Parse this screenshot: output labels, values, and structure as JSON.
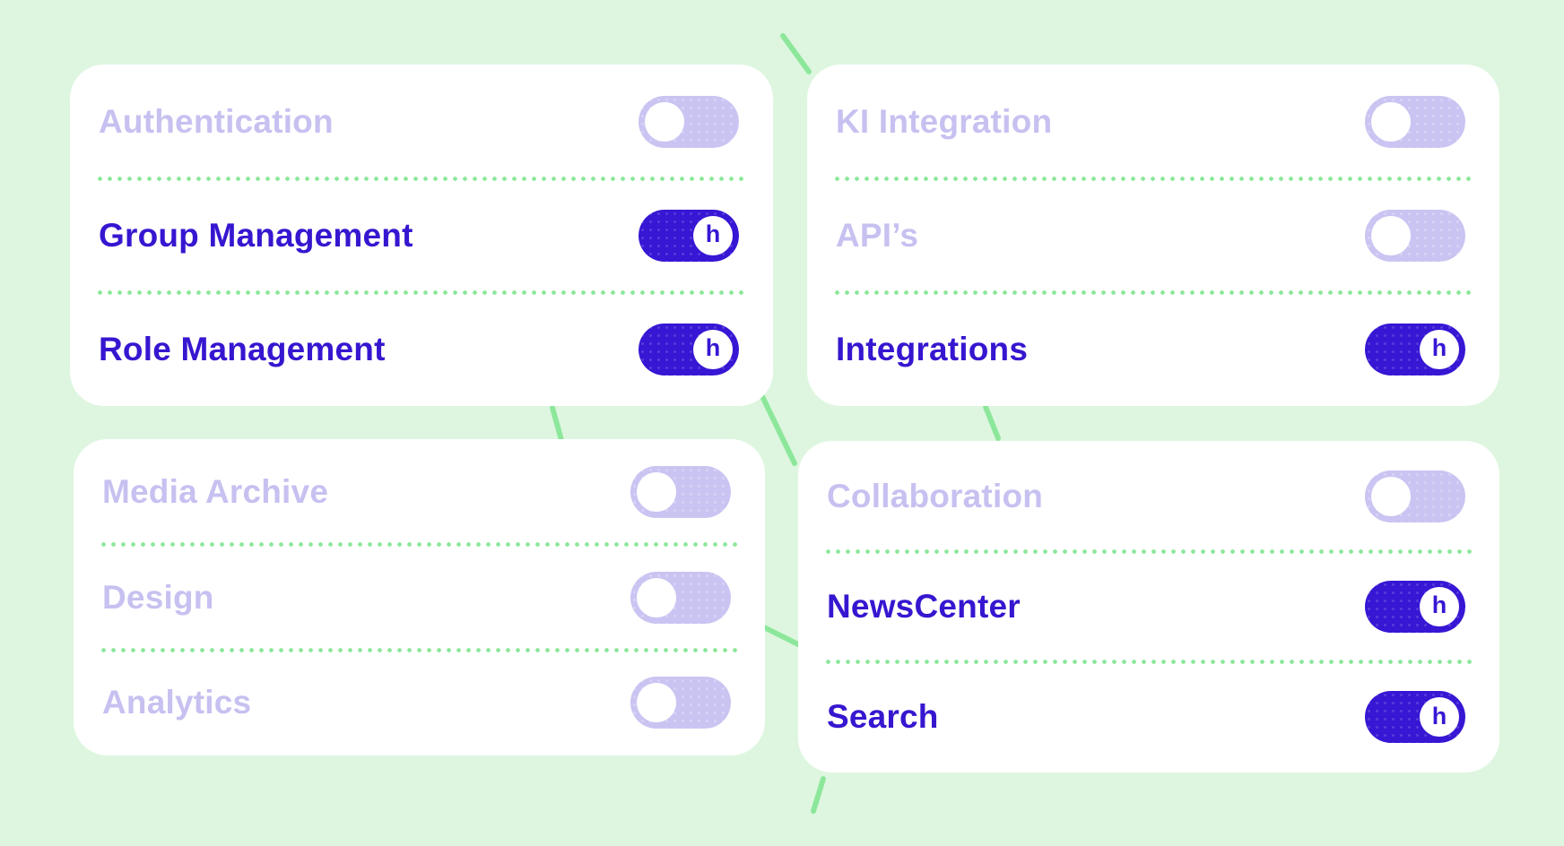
{
  "page": {
    "background_color": "#def6e0",
    "card_color": "#ffffff",
    "connector_line_color": "#8ce79b",
    "separator_dot_color": "#8ce79b",
    "accent_color": "#3716d4",
    "disabled_track_color": "#cac4f2",
    "disabled_text_color": "#c6c1f0",
    "active_text_color": "#3716d0"
  },
  "toggle": {
    "on_knob_label": "h"
  },
  "cards": [
    {
      "id": "access-management",
      "items": [
        {
          "label": "Authentication",
          "enabled": false
        },
        {
          "label": "Group Management",
          "enabled": true
        },
        {
          "label": "Role Management",
          "enabled": true
        }
      ]
    },
    {
      "id": "integration",
      "items": [
        {
          "label": "KI Integration",
          "enabled": false
        },
        {
          "label": "API’s",
          "enabled": false
        },
        {
          "label": "Integrations",
          "enabled": true
        }
      ]
    },
    {
      "id": "media",
      "items": [
        {
          "label": "Media Archive",
          "enabled": false
        },
        {
          "label": "Design",
          "enabled": false
        },
        {
          "label": "Analytics",
          "enabled": false
        }
      ]
    },
    {
      "id": "collaboration",
      "items": [
        {
          "label": "Collaboration",
          "enabled": false
        },
        {
          "label": "NewsCenter",
          "enabled": true
        },
        {
          "label": "Search",
          "enabled": true
        }
      ]
    }
  ]
}
